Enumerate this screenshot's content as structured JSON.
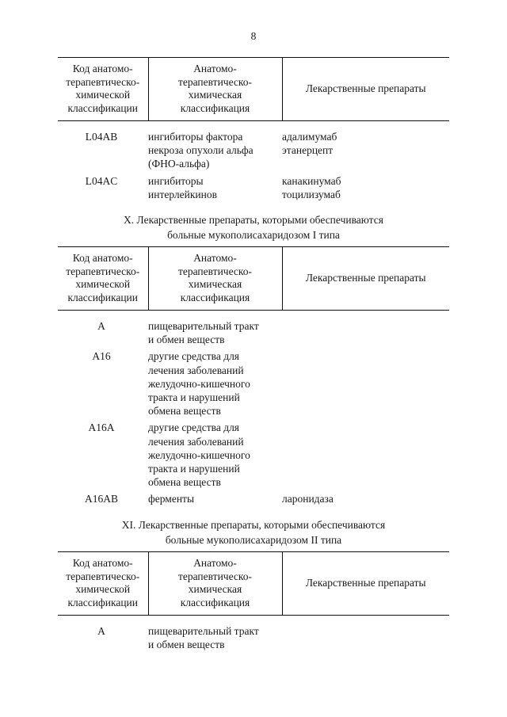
{
  "page": {
    "number": "8",
    "language": "ru"
  },
  "table_header": {
    "col1": [
      "Код анатомо-",
      "терапевтическо-",
      "химической",
      "классификации"
    ],
    "col2": [
      "Анатомо-",
      "терапевтическо-",
      "химическая",
      "классификация"
    ],
    "col3": "Лекарственные препараты"
  },
  "tables": [
    {
      "id": "table-continued-ix",
      "rows": [
        {
          "code": "L04AB",
          "name": [
            "ингибиторы фактора",
            "некроза опухоли альфа",
            "(ФНО-альфа)"
          ],
          "drugs": [
            "адалимумаб",
            "этанерцепт"
          ]
        },
        {
          "code": "L04AC",
          "name": [
            "ингибиторы",
            "интерлейкинов"
          ],
          "drugs": [
            "канакинумаб",
            "тоцилизумаб"
          ]
        }
      ]
    },
    {
      "id": "table-x",
      "rows": [
        {
          "code": "А",
          "name": [
            "пищеварительный тракт",
            "и обмен веществ"
          ],
          "drugs": []
        },
        {
          "code": "А16",
          "name": [
            "другие средства для",
            "лечения заболеваний",
            "желудочно-кишечного",
            "тракта и нарушений",
            "обмена веществ"
          ],
          "drugs": []
        },
        {
          "code": "А16А",
          "name": [
            "другие средства для",
            "лечения заболеваний",
            "желудочно-кишечного",
            "тракта и нарушений",
            "обмена веществ"
          ],
          "drugs": []
        },
        {
          "code": "А16АВ",
          "name": [
            "ферменты"
          ],
          "drugs": [
            "ларонидаза"
          ]
        }
      ]
    },
    {
      "id": "table-xi",
      "rows": [
        {
          "code": "А",
          "name": [
            "пищеварительный тракт",
            "и обмен веществ"
          ],
          "drugs": []
        }
      ]
    }
  ],
  "headings": [
    {
      "id": "heading-x",
      "line1": "X. Лекарственные препараты, которыми обеспечиваются",
      "line2": "больные мукополисахаридозом I типа"
    },
    {
      "id": "heading-xi",
      "line1": "XI. Лекарственные препараты, которыми обеспечиваются",
      "line2": "больные мукополисахаридозом II типа"
    }
  ]
}
